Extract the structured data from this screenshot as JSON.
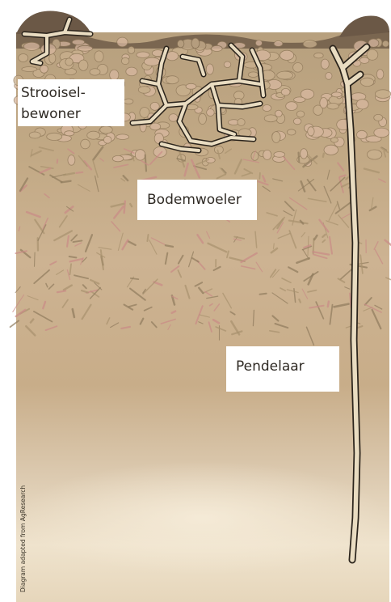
{
  "labels": {
    "litter_line1": "Strooisel-",
    "litter_line2": "bewoner",
    "soil": "Bodemwoeler",
    "deep": "Pendelaar"
  },
  "credit": "Diagram adapted from AgResearch",
  "colors": {
    "surface": "#6e5a45",
    "litter_layer": "#b29a78",
    "mid_layer": "#cdb190",
    "deep_layer": "#c8ad88",
    "pale_bottom": "#efe3cc",
    "worm_fill": "#e9dcc1",
    "worm_outline": "#2b241c"
  },
  "icons": [
    "litter-dweller-worm-icon",
    "soil-dweller-worm-icon",
    "deep-burrower-worm-icon"
  ]
}
